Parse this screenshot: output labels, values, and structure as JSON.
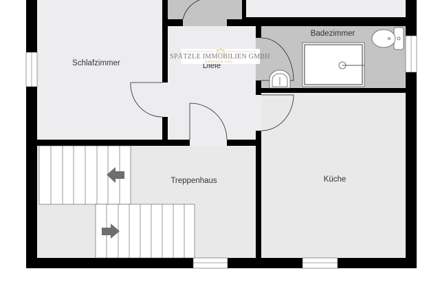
{
  "rooms": {
    "schlafzimmer": "Schlafzimmer",
    "diele": "Diele",
    "badezimmer": "Badezimmer",
    "treppenhaus": "Treppenhaus",
    "kueche": "Küche"
  },
  "watermark": {
    "name": "SPÄTZLE IMMOBILIEN GMBH",
    "tagline": "EINFACH GUT."
  },
  "colors": {
    "wall": "#000000",
    "room": "#ededef",
    "wet_room": "#c4c4c4"
  }
}
